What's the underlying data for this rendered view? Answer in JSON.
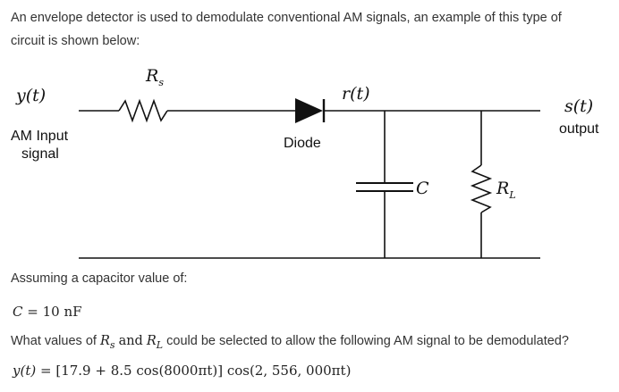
{
  "intro": {
    "line1": "An envelope detector is used to demodulate conventional AM signals, an example of this type of",
    "line2": "circuit is shown below:"
  },
  "diagram": {
    "input_symbol": "y(t)",
    "input_label_1": "AM Input",
    "input_label_2": "signal",
    "rs_main": "R",
    "rs_sub": "s",
    "rt_symbol": "r(t)",
    "diode_label": "Diode",
    "c_symbol": "C",
    "rl_main": "R",
    "rl_sub": "L",
    "output_symbol": "s(t)",
    "output_label": "output"
  },
  "question": {
    "assume": "Assuming a capacitor value of:",
    "cap_lhs": "C",
    "cap_rhs": "= 10 nF",
    "q_part1": "What values of",
    "q_rs_main": "R",
    "q_rs_sub": "s",
    "q_and": "and",
    "q_rl_main": "R",
    "q_rl_sub": "L",
    "q_part2": "could be selected to allow the following AM signal to be demodulated?",
    "signal_lhs": "y(t)",
    "signal_rhs": "= [17.9 + 8.5 cos(8000πt)] cos(2, 556, 000πt)"
  }
}
